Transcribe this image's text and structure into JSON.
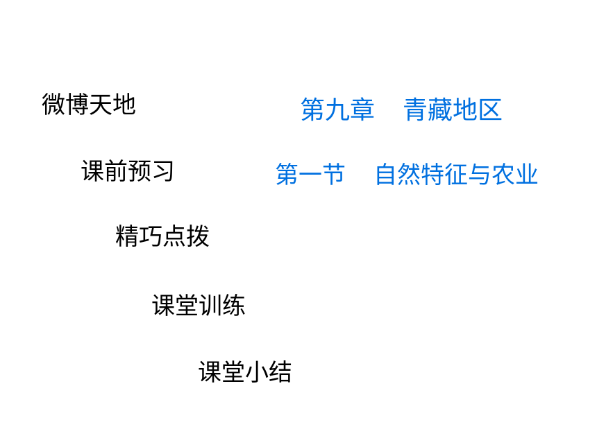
{
  "nav": {
    "items": [
      {
        "label": "微博天地"
      },
      {
        "label": "课前预习"
      },
      {
        "label": "精巧点拨"
      },
      {
        "label": "课堂训练"
      },
      {
        "label": "课堂小结"
      }
    ]
  },
  "title": {
    "chapter_number": "第九章",
    "chapter_name": "青藏地区",
    "section_number": "第一节",
    "section_name": "自然特征与农业"
  },
  "colors": {
    "title_blue": "#0070e0",
    "nav_text": "#000000",
    "background": "#ffffff"
  }
}
